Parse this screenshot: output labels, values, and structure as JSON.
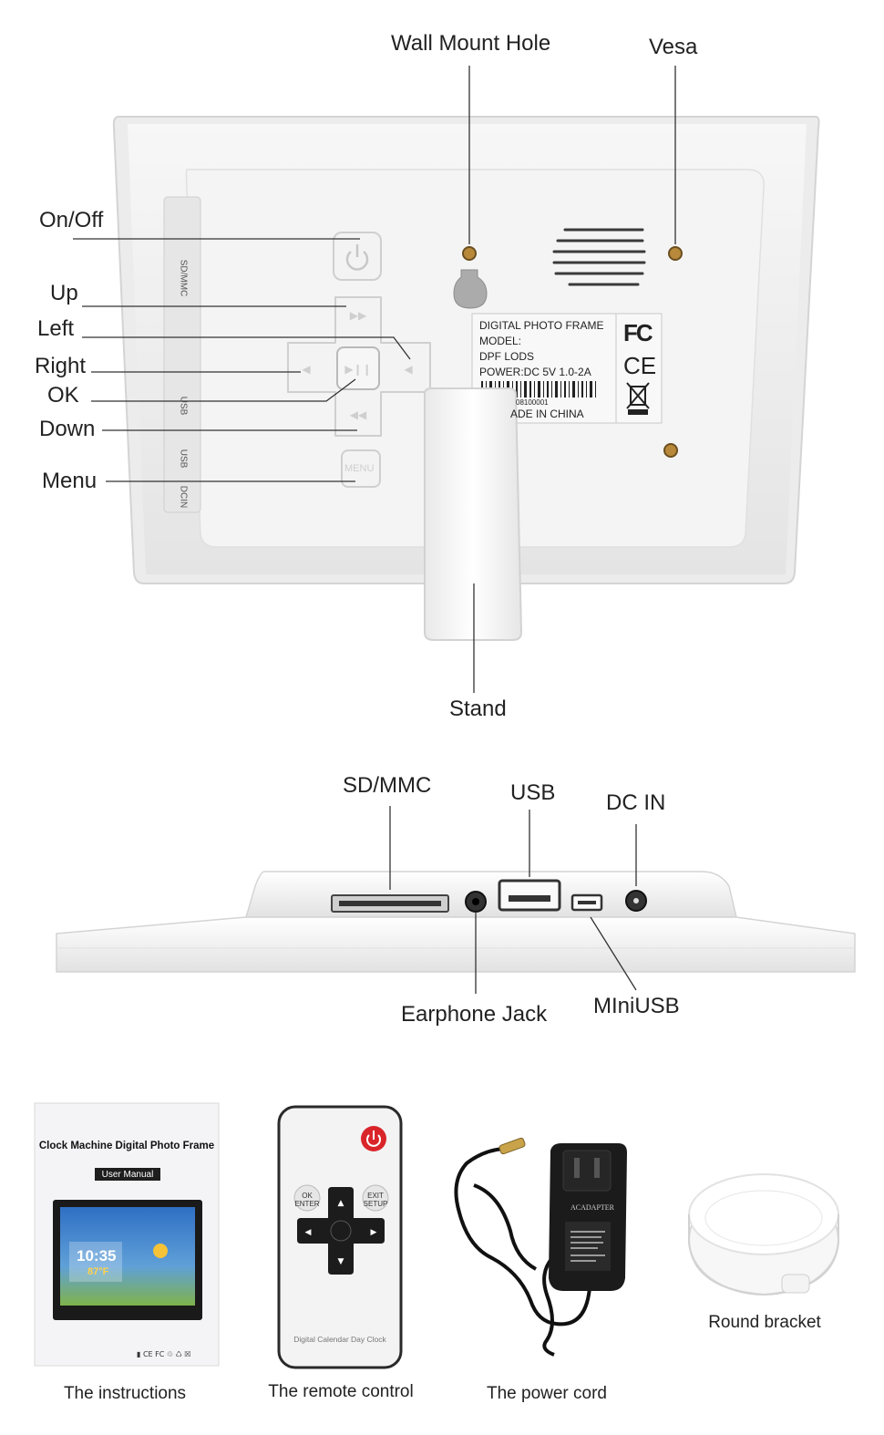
{
  "callouts": {
    "wall_mount_hole": "Wall Mount Hole",
    "vesa": "Vesa",
    "on_off": "On/Off",
    "up": "Up",
    "left": "Left",
    "right": "Right",
    "ok": "OK",
    "down": "Down",
    "menu": "Menu",
    "stand": "Stand",
    "sd_mmc": "SD/MMC",
    "usb": "USB",
    "dc_in": "DC IN",
    "earphone_jack": "Earphone Jack",
    "mini_usb": "MIniUSB"
  },
  "side_strip": {
    "sd_mmc": "SD/MMC",
    "usb_1": "USB",
    "usb_2": "USB",
    "dc_in": "DCIN"
  },
  "menu_button_text": "MENU",
  "rating_label": {
    "line1": "DIGITAL PHOTO FRAME",
    "line2": "MODEL:",
    "line3": "DPF LODS",
    "line4": "POWER:DC  5V  1.0-2A",
    "serial": "08100001",
    "made_in": "ADE IN CHINA",
    "fc": "FC",
    "ce": "CE"
  },
  "manual": {
    "title": "Clock Machine Digital Photo Frame",
    "badge": "User Manual",
    "screen_time": "10:35",
    "screen_temp": "87°F",
    "caption": "The instructions"
  },
  "remote": {
    "ok_label": "OK\nENTER",
    "exit_label": "EXIT\nSETUP",
    "footer": "Digital Calendar Day Clock",
    "caption": "The remote control"
  },
  "adapter": {
    "brand": "ACADAPTER",
    "caption": "The power cord"
  },
  "bracket": {
    "caption": "Round bracket"
  },
  "colors": {
    "frame_body": "#f1f1f1",
    "frame_edge": "#d9d9d9",
    "line": "#333333",
    "power_red": "#d9252a",
    "adapter_black": "#1b1b1b",
    "screen_blue": "#2f6fc4"
  }
}
